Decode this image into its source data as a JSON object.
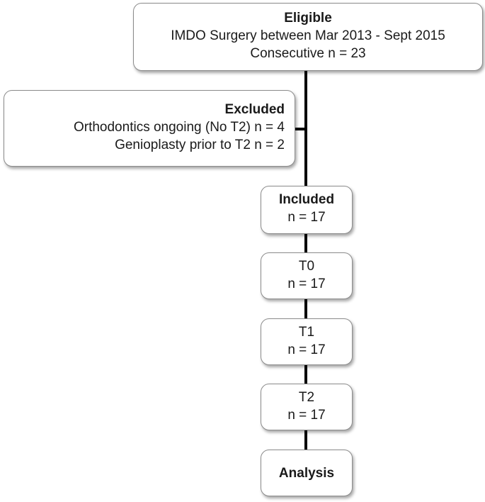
{
  "eligible": {
    "heading": "Eligible",
    "line1": "IMDO Surgery between Mar 2013 - Sept 2015",
    "line2": "Consecutive n = 23"
  },
  "excluded": {
    "heading": "Excluded",
    "line1": "Orthodontics ongoing (No T2) n = 4",
    "line2": "Genioplasty prior to T2 n = 2"
  },
  "included": {
    "heading": "Included",
    "count": "n = 17"
  },
  "t0": {
    "heading": "T0",
    "count": "n = 17"
  },
  "t1": {
    "heading": "T1",
    "count": "n = 17"
  },
  "t2": {
    "heading": "T2",
    "count": "n = 17"
  },
  "analysis": {
    "heading": "Analysis"
  }
}
